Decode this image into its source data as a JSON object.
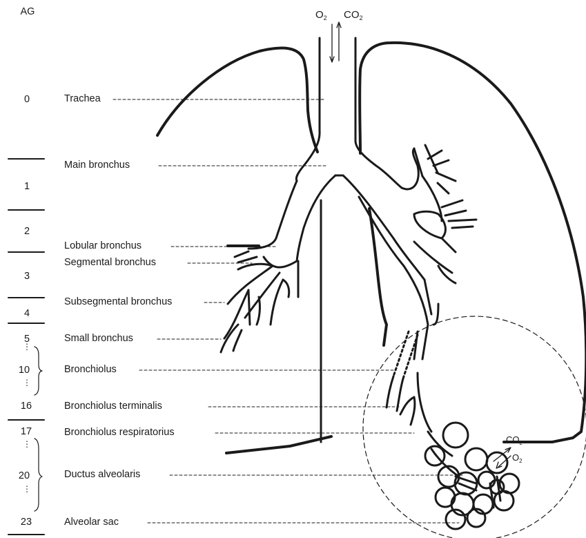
{
  "header": {
    "ag_label": "AG"
  },
  "gases": {
    "o2_base": "O",
    "o2_sub": "2",
    "co2_base": "CO",
    "co2_sub": "2"
  },
  "generations": [
    "0",
    "1",
    "2",
    "3",
    "4",
    "5",
    "10",
    "16",
    "17",
    "20",
    "23"
  ],
  "labels": {
    "trachea": "Trachea",
    "main_bronchus": "Main bronchus",
    "lobular_bronchus": "Lobular bronchus",
    "segmental_bronchus": "Segmental bronchus",
    "subsegmental_bronchus": "Subsegmental bronchus",
    "small_bronchus": "Small bronchus",
    "bronchiolus": "Bronchiolus",
    "bronchiolus_terminalis": "Bronchiolus terminalis",
    "bronchiolus_respiratorius": "Bronchiolus respiratorius",
    "ductus_alveolaris": "Ductus alveolaris",
    "alveolar_sac": "Alveolar sac"
  },
  "colors": {
    "ink": "#1a1a1a",
    "background": "#ffffff"
  }
}
